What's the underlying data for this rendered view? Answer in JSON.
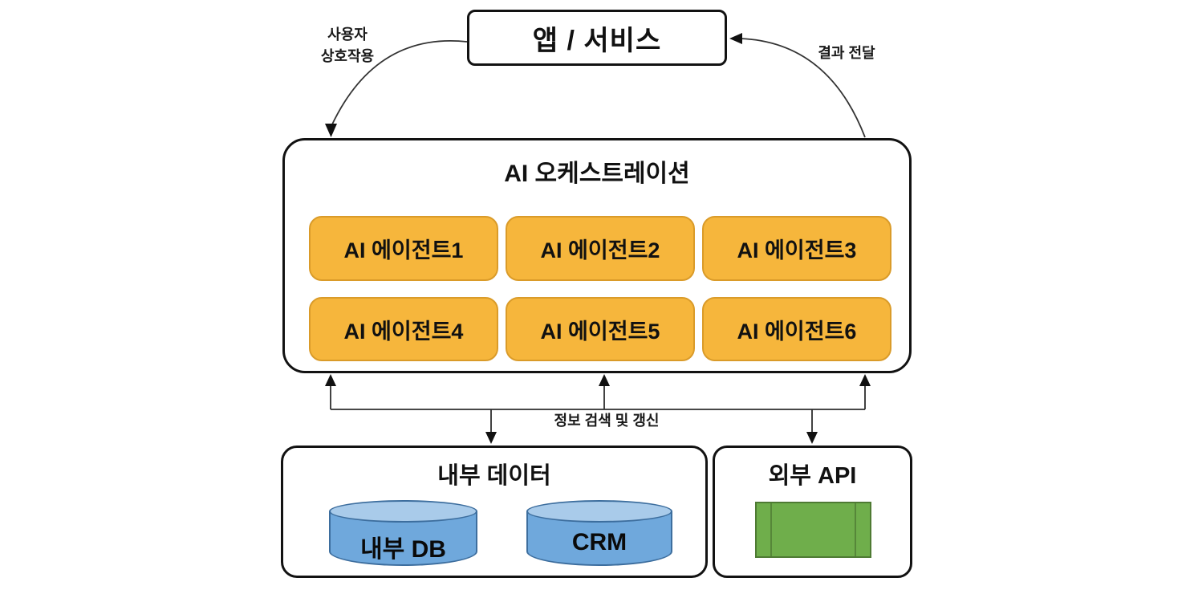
{
  "app_service": {
    "label": "앱 / 서비스"
  },
  "edges": {
    "user_interaction": {
      "line1": "사용자",
      "line2": "상호작용"
    },
    "result_delivery": {
      "label": "결과 전달"
    },
    "info_search_update": {
      "label": "정보 검색 및 갱신"
    }
  },
  "orchestration": {
    "title": "AI 오케스트레이션",
    "agents": [
      {
        "label": "AI 에이전트1"
      },
      {
        "label": "AI 에이전트2"
      },
      {
        "label": "AI 에이전트3"
      },
      {
        "label": "AI 에이전트4"
      },
      {
        "label": "AI 에이전트5"
      },
      {
        "label": "AI 에이전트6"
      }
    ]
  },
  "internal_data": {
    "title": "내부 데이터",
    "stores": [
      {
        "label": "내부 DB"
      },
      {
        "label": "CRM"
      }
    ]
  },
  "external_api": {
    "title": "외부 API"
  },
  "colors": {
    "agent_fill": "#F6B63C",
    "agent_border": "#DA9B29",
    "cylinder_fill": "#6FA8DC",
    "cylinder_top_fill": "#A9CBEA",
    "cylinder_border": "#3D6E9E",
    "api_fill": "#6FAE4B",
    "api_border": "#4E7A33",
    "line_color": "#2E2E2E"
  }
}
